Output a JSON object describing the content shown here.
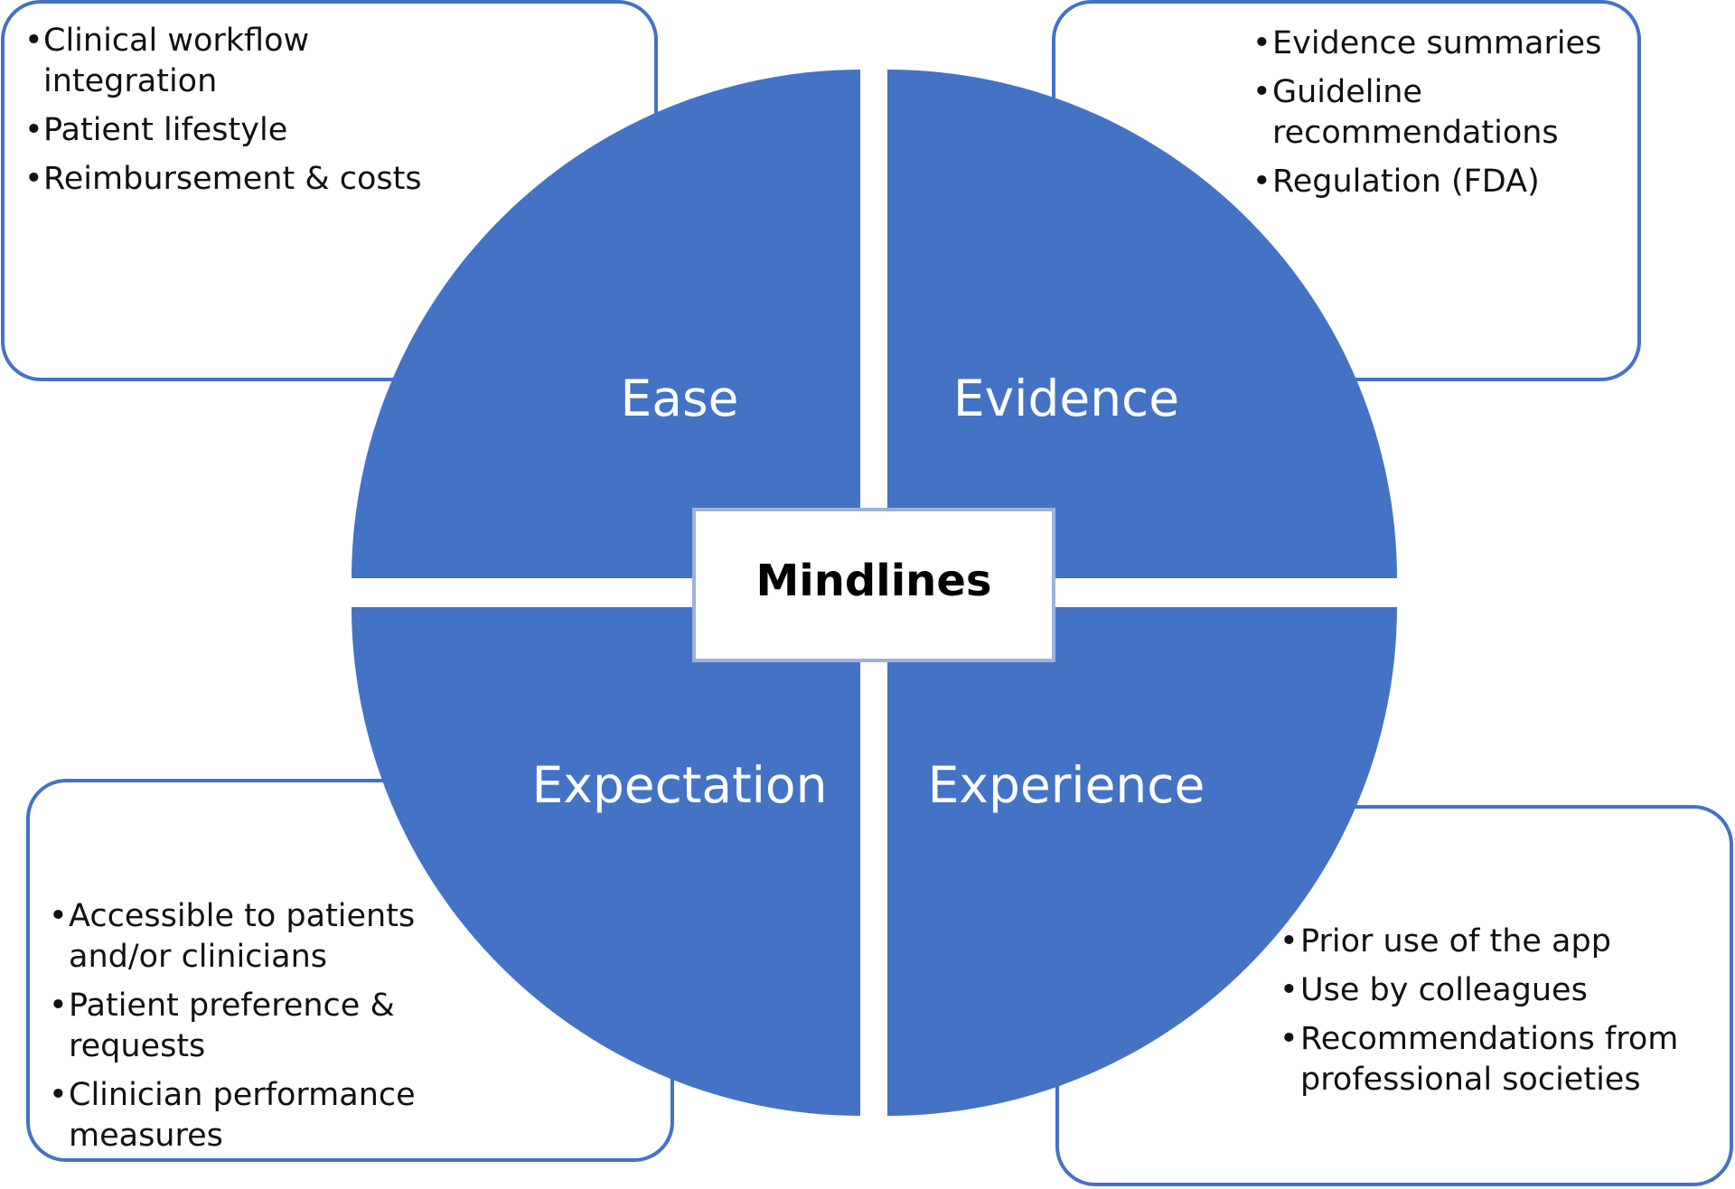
{
  "colors": {
    "quadrant_fill": "#4472C4",
    "box_border": "#4472C4",
    "center_border": "#4472C4",
    "label_text": "#ffffff",
    "body_text": "#111111"
  },
  "center": {
    "title": "Mindlines"
  },
  "quadrants": {
    "ease": {
      "label": "Ease"
    },
    "evidence": {
      "label": "Evidence"
    },
    "expectation": {
      "label": "Expectation"
    },
    "experience": {
      "label": "Experience"
    }
  },
  "boxes": {
    "ease": {
      "bullet": "•",
      "items": [
        {
          "lines": [
            "Clinical workflow",
            "integration"
          ]
        },
        {
          "lines": [
            "Patient lifestyle"
          ]
        },
        {
          "lines": [
            "Reimbursement & costs"
          ]
        }
      ]
    },
    "evidence": {
      "bullet": "•",
      "items": [
        {
          "lines": [
            "Evidence summaries"
          ]
        },
        {
          "lines": [
            "Guideline",
            "recommendations"
          ]
        },
        {
          "lines": [
            "Regulation (FDA)"
          ]
        }
      ]
    },
    "expectation": {
      "bullet": "•",
      "items": [
        {
          "lines": [
            "Accessible to patients",
            "and/or clinicians"
          ]
        },
        {
          "lines": [
            "Patient preference &",
            "requests"
          ]
        },
        {
          "lines": [
            "Clinician performance",
            "measures"
          ]
        }
      ]
    },
    "experience": {
      "bullet": "•",
      "items": [
        {
          "lines": [
            "Prior use of the app"
          ]
        },
        {
          "lines": [
            "Use by colleagues"
          ]
        },
        {
          "lines": [
            "Recommendations from",
            "professional societies"
          ]
        }
      ]
    }
  }
}
